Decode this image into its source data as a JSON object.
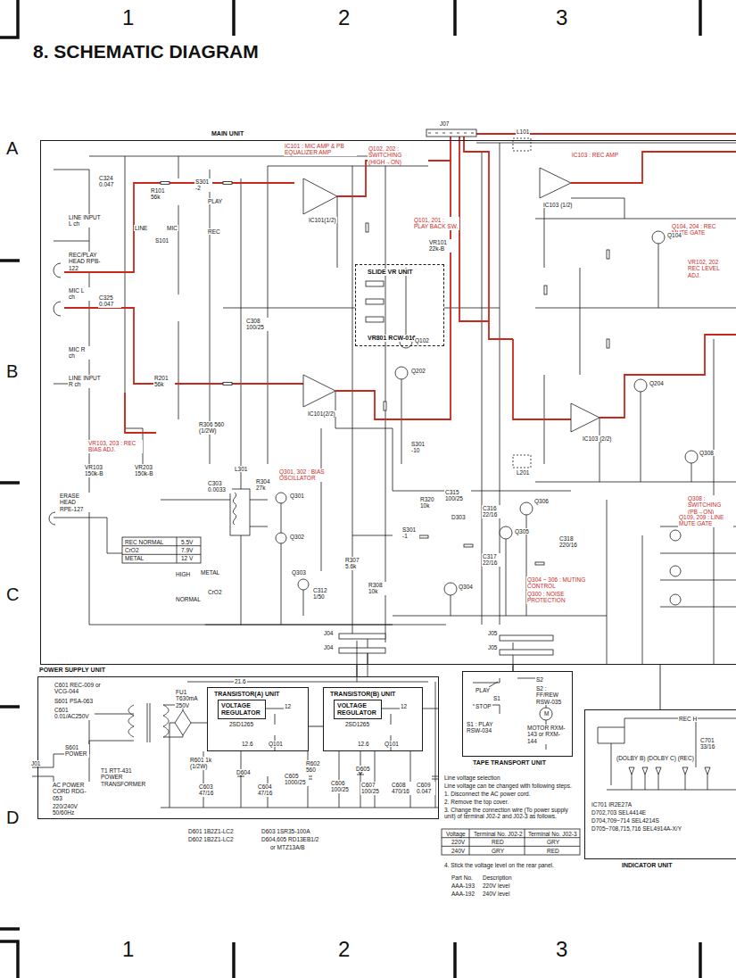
{
  "diagram": {
    "title": "8. SCHEMATIC DIAGRAM",
    "nodes": [
      {
        "text": [
          "MAIN UNIT"
        ]
      },
      {
        "text": [
          "SLIDE VR UNIT",
          "VR801 RCW-016"
        ],
        "in": 0
      },
      {
        "text": [
          "POWER SUPPLY UNIT"
        ]
      },
      {
        "text": [
          "TRANSISTOR(A) UNIT"
        ],
        "in": 2
      },
      {
        "text": [
          "VOLTAGE REGULATOR"
        ],
        "in": 3
      },
      {
        "text": [
          "TRANSISTOR(B) UNIT"
        ],
        "in": 2
      },
      {
        "text": [
          "VOLTAGE REGULATOR"
        ],
        "in": 5
      },
      {
        "text": [
          "TAPE TRANSPORT UNIT"
        ]
      },
      {
        "text": [
          "INDICATOR UNIT"
        ]
      }
    ],
    "edges": [
      {
        "from": 2,
        "to": 0,
        "arrow": "none"
      },
      {
        "from": 3,
        "to": 5,
        "arrow": "none"
      },
      {
        "from": 7,
        "to": 0,
        "arrow": "none"
      },
      {
        "from": 8,
        "to": 0,
        "arrow": "none"
      }
    ],
    "labels": [
      "1",
      "2",
      "3",
      "A",
      "B",
      "C",
      "D",
      "1",
      "2",
      "3",
      "IC101 : MIC AMP & PB EQUALIZER AMP",
      "Q102, 202 : SWITCHING (HIGH→ON)",
      "IC103 : REC AMP",
      "Q104, 204 : REC MUTE GATE",
      "VR102, 202 REC LEVEL ADJ.",
      "Q101, 201 : PLAY BACK SW.",
      "VR103, 203 : REC BIAS ADJ.",
      "Q301, 302 : BIAS OSCILLATOR",
      "Q304 ~ 306 : MUTING CONTROL",
      "Q300 : NOISE PROTECTION",
      "Q308 : SWITCHING (PB→ON)",
      "Q109, 209 : LINE MUTE GATE",
      "LINE INPUT L ch",
      "REC/PLAY HEAD RPB-122",
      "MIC L ch",
      "MIC R ch",
      "LINE INPUT R ch",
      "ERASE HEAD RPE-127",
      "S301 -2",
      "PLAY",
      "REC",
      "S101",
      "LINE",
      "MIC",
      "C324 0.047",
      "R101 56k",
      "C325 0.047",
      "R201 56k",
      "IC101(1/2)",
      "IC101(2/2)",
      "IC103 (1/2)",
      "IC103 (2/2)",
      "Q102",
      "Q202",
      "Q104",
      "Q204",
      "Q308",
      "L101",
      "L201",
      "J07",
      "C308 100/25",
      "L301",
      "C303 0.0033",
      "R304 27k",
      "Q301",
      "Q302",
      "S301 -1",
      "Q304",
      "Q305",
      "Q306",
      "D303",
      "R320 10k",
      "C315 100/25",
      "C316 22/16",
      "C317 22/16",
      "C318 220/16",
      "C312 1/50",
      "R308 10k",
      "R307 5.6k",
      "Q303",
      "VR103 150k-B",
      "VR203 150k-B",
      "R306 560 (1/2W)",
      "VR101 22k-B",
      "S301 -10",
      "REC NORMAL",
      "5.5V",
      "CrO2",
      "7.9V",
      "METAL",
      "12 V",
      "HIGH",
      "METAL",
      "NORMAL",
      "CrO2",
      "C601 REC-009 or VCG-044",
      "S601 PSA-063",
      "C601 0.01/AC250V",
      "S601 POWER",
      "T1 RTT-431 POWER TRANSFORMER",
      "FU1 T630mA 250V",
      "J01",
      "AC POWER CORD RDG-053",
      "220/240V 50/60Hz",
      "21.6",
      "12",
      "12",
      "2SD1265",
      "2SD1265",
      "Q101",
      "Q101",
      "12.6",
      "12.6",
      "R601 1k (1/2W)",
      "C603 47/16",
      "D604",
      "C604 47/16",
      "R602 560",
      "C605 1000/25",
      "C606 100/25",
      "D605",
      "C607 100/25",
      "C608 470/16",
      "C609 0.047",
      "D601 1B2Z1-LC2",
      "D602 1B2Z1-LC2",
      "D603 1SR35-100A",
      "D604,605 RD13EB1/2",
      "or MTZ13A/B",
      "J04",
      "J04",
      "J05",
      "J05",
      "PLAY",
      "STOP",
      "S1",
      "S2",
      "S1 : PLAY RSW-034",
      "S2 : FF/REW RSW-035",
      "MOTOR RXM-143 or RXM-144",
      "M",
      "Line voltage selection",
      "Line voltage can be changed with following steps.",
      "1. Disconnect the AC power cord.",
      "2. Remove the top cover.",
      "3. Change the connection wire (To power supply unit) of terminal J02-2 and J02-3 as follows.",
      "Voltage",
      "Terminal No. J02-2",
      "Terminal No. J02-3",
      "220V",
      "RED",
      "GRY",
      "240V",
      "GRY",
      "RED",
      "4. Stick the voltage level on the rear panel.",
      "Part No.",
      "Description",
      "AAA-193",
      "220V level",
      "AAA-192",
      "240V level",
      "IC701 IR2E27A",
      "D702,703 SEL4414E",
      "D704,709~714 SEL4214S",
      "D705~708,715,716 SEL4914A-X/Y",
      "(DOLBY B) (DOLBY C) (REC)",
      "REC H",
      "C701 33/16"
    ]
  }
}
